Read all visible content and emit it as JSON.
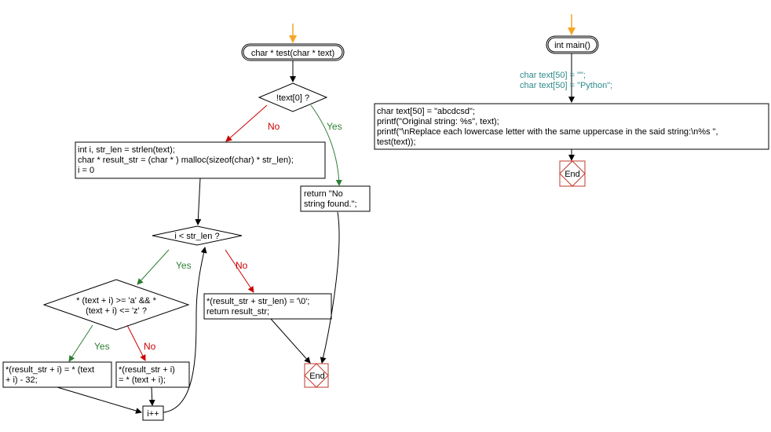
{
  "colors": {
    "yes_branch": "#2e7d32",
    "no_branch": "#cc0000",
    "comment": "#2e8b8b",
    "start_arrow": "#f5a623",
    "end_box": "#c0392b"
  },
  "test_function": {
    "start": "char * test(char * text)",
    "cond1": "!text[0] ?",
    "yes_label": "Yes",
    "no_label": "No",
    "init": [
      "int i, str_len = strlen(text);",
      "char * result_str = (char * ) malloc(sizeof(char) * str_len);",
      "i = 0"
    ],
    "return_no": [
      "return \"No",
      "string found.\";"
    ],
    "loop_cond": "i < str_len ?",
    "case_cond": [
      "* (text + i) >= 'a' && *",
      "(text + i) <= 'z' ?"
    ],
    "case_yes": [
      "*(result_str + i) = * (text",
      "+ i) - 32;"
    ],
    "case_no": [
      "*(result_str + i)",
      "= * (text + i);"
    ],
    "increment": "i++",
    "finish": [
      "*(result_str + str_len) = '\\0';",
      "return result_str;"
    ],
    "end": "End"
  },
  "main_function": {
    "start": "int main()",
    "comments": [
      "char text[50] = \"\";",
      "char text[50] = \"Python\";"
    ],
    "body": [
      "char text[50] = \"abcdcsd\";",
      "printf(\"Original string: %s\", text);",
      "printf(\"\\nReplace each lowercase letter with the same uppercase in the said string:\\n%s \",",
      "test(text));"
    ],
    "end": "End"
  }
}
